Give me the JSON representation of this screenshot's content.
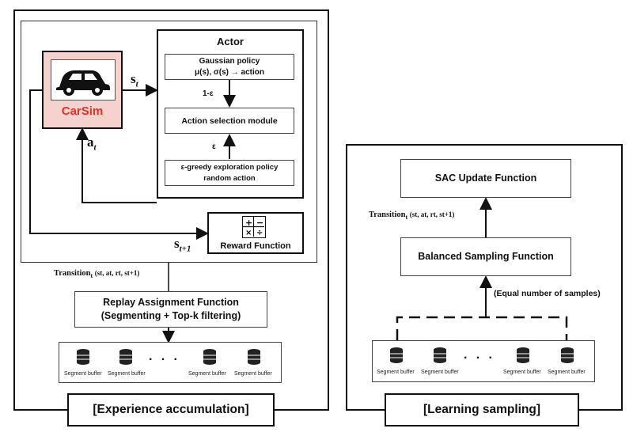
{
  "left_panel": {
    "carsim_label": "CarSim",
    "actor": {
      "title": "Actor",
      "gaussian_line1": "Gaussian policy",
      "gaussian_line2": "μ(s), σ(s) → action",
      "one_minus_eps": "1-ε",
      "action_selection": "Action selection module",
      "eps": "ε",
      "greedy_line1": "ε-greedy exploration policy",
      "greedy_line2": "random action"
    },
    "state_label": "s",
    "state_sub": "t",
    "action_label": "a",
    "action_sub": "t",
    "next_state_label": "s",
    "next_state_sub": "t+1",
    "reward_function": "Reward Function",
    "transition_label": "Transition",
    "transition_sub": "t",
    "transition_tuple": "(s",
    "transition_tuple_full": "(st, at, rt, st+1)",
    "replay_line1": "Replay Assignment Function",
    "replay_line2": "(Segmenting + Top-k filtering)",
    "buffers": [
      "Segment buffer",
      "Segment buffer",
      "Segment buffer",
      "Segment buffer"
    ],
    "dots": "· · ·",
    "caption": "[Experience accumulation]"
  },
  "right_panel": {
    "sac_update": "SAC Update Function",
    "transition_label": "Transition",
    "transition_sub": "t",
    "transition_tuple_full": "(st, at, rt, st+1)",
    "balanced_sampling": "Balanced Sampling Function",
    "equal_samples": "(Equal number of samples)",
    "buffers": [
      "Segment buffer",
      "Segment buffer",
      "Segment buffer",
      "Segment buffer"
    ],
    "dots": "· · ·",
    "caption": "[Learning sampling]"
  },
  "colors": {
    "carsim_fill": "#f6d2cf",
    "carsim_text": "#e0312a",
    "border": "#111111"
  }
}
